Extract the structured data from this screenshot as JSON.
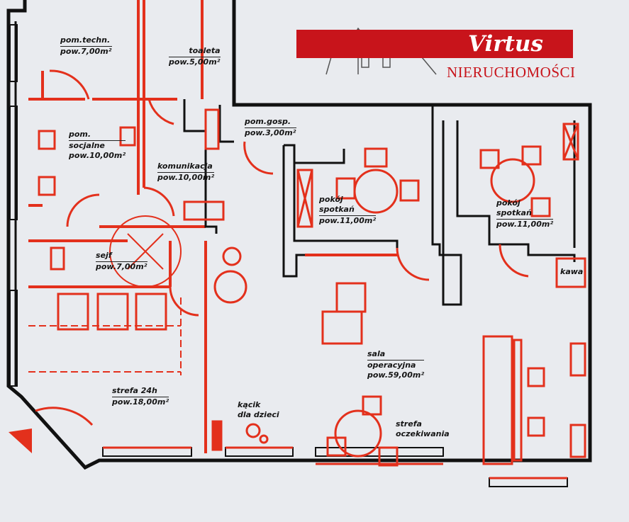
{
  "logo": {
    "name": "Virtus",
    "subtitle": "NIERUCHOMOŚCI"
  },
  "rooms": [
    {
      "id": "pom-techn",
      "title": "pom.techn.",
      "area": "pow.7,00m²"
    },
    {
      "id": "toaleta",
      "title": "toaleta",
      "area": "pow.5,00m²"
    },
    {
      "id": "pom-socjalne",
      "title": "pom.",
      "title2": "socjalne",
      "area": "pow.10,00m²"
    },
    {
      "id": "komunikacja",
      "title": "komunikacja",
      "area": "pow.10,00m²"
    },
    {
      "id": "pom-gosp",
      "title": "pom.gosp.",
      "area": "pow.3,00m²"
    },
    {
      "id": "pokoj-spotkan-1",
      "title": "pokój",
      "title2": "spotkań",
      "area": "pow.11,00m²"
    },
    {
      "id": "pokoj-spotkan-2",
      "title": "pokój",
      "title2": "spotkań",
      "area": "pow.11,00m²"
    },
    {
      "id": "sejf",
      "title": "sejf",
      "area": "pow.7,00m²"
    },
    {
      "id": "sala-operacyjna",
      "title": "sala",
      "title2": "operacyjna",
      "area": "pow.59,00m²"
    },
    {
      "id": "strefa-24h",
      "title": "strefa 24h",
      "area": "pow.18,00m²"
    }
  ],
  "zones": {
    "kacik": [
      "kącik",
      "dla dzieci"
    ],
    "oczekiwania": [
      "strefa",
      "oczekiwania"
    ],
    "kawa": "kawa"
  },
  "colors": {
    "walls": "#111111",
    "interior": "#e3301c",
    "brand": "#c8141b",
    "background": "#e9ebef"
  }
}
